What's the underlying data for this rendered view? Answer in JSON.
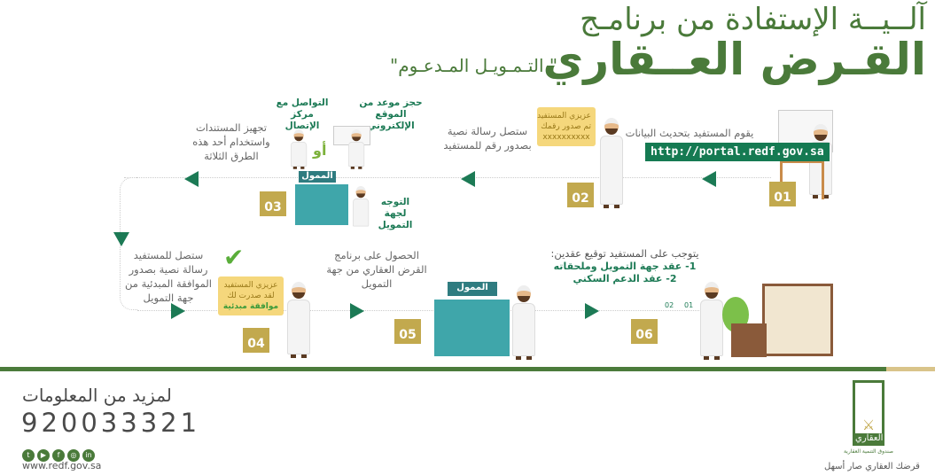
{
  "header": {
    "line1": "آلــيــة الإستفادة من برنامـج",
    "line2": "القـرض العــقاري",
    "subtitle": "\" التـمـويـل المـدعـوم\""
  },
  "steps": [
    {
      "num": "01",
      "text": "يقوم المستفيد بتحديث البيانات",
      "url": "http://portal.redf.gov.sa"
    },
    {
      "num": "02",
      "text": "ستصل رسالة نصية بصدور رقم للمستفيد",
      "bubble": [
        "عزيزي المستفيد",
        "تم صدور رقمك",
        "xxxxxxxxxx"
      ]
    },
    {
      "num": "03",
      "text": "تجهيز المستندات واستخدام أحد هذه الطرق الثلاثة",
      "or": "أو",
      "options": [
        "حجز موعد من الموقع الإلكتروني",
        "التواصل مع مركز الإتصال",
        "التوجه لجهة التمويل"
      ],
      "sign": "الممول"
    },
    {
      "num": "04",
      "text": "ستصل للمستفيد رسالة نصية بصدور الموافقة المبدئية من جهة التمويل",
      "bubble": [
        "عزيزي المستفيد",
        "لقد صدرت لك",
        "موافقة مبدئية"
      ]
    },
    {
      "num": "05",
      "text": "الحصول على برنامج القرض العقاري من جهة التمويل",
      "sign": "الممول"
    },
    {
      "num": "06",
      "text": "يتوجب على المستفيد توقيع عقدين:",
      "items": [
        "1- عقد جهة التمويل وملحقاته",
        "2- عقد الدعم السكني"
      ],
      "docs": [
        "02",
        "01"
      ]
    }
  ],
  "footer": {
    "more_info": "لمزيد من المعلومات",
    "phone": "920033321",
    "website": "www.redf.gov.sa",
    "social": [
      "twitter",
      "youtube",
      "facebook",
      "instagram",
      "linkedin"
    ],
    "logo_text": "العقاري",
    "logo_caption": "صندوق التنمية العقارية",
    "slogan": "قرضك العقاري صار أسهل"
  },
  "colors": {
    "green": "#4a7a3a",
    "accent": "#1c7a55",
    "gold": "#c2a94e"
  }
}
